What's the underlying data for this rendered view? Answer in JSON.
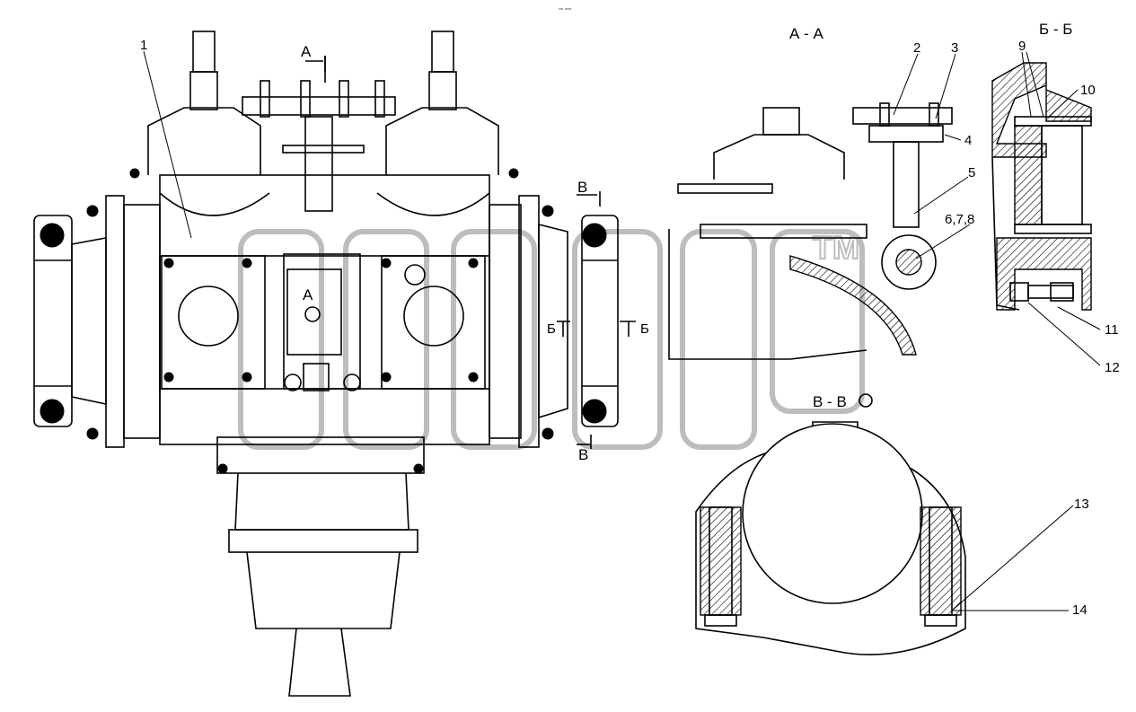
{
  "header": {
    "marker": "▫▫ ▫▫▫"
  },
  "views": {
    "section_aa": "А - А",
    "section_bb": "Б - Б",
    "section_vv": "В - В"
  },
  "cut_marks": {
    "a_top": "А",
    "a_inner": "А",
    "v_top": "В",
    "v_bottom": "В",
    "b_left": "Б",
    "b_right": "Б"
  },
  "callouts": {
    "c1": "1",
    "c2": "2",
    "c3": "3",
    "c4": "4",
    "c5": "5",
    "c678": "6,7,8",
    "c9": "9",
    "c10": "10",
    "c11": "11",
    "c12": "12",
    "c13": "13",
    "c14": "14"
  },
  "watermark": {
    "tm": "TM"
  }
}
